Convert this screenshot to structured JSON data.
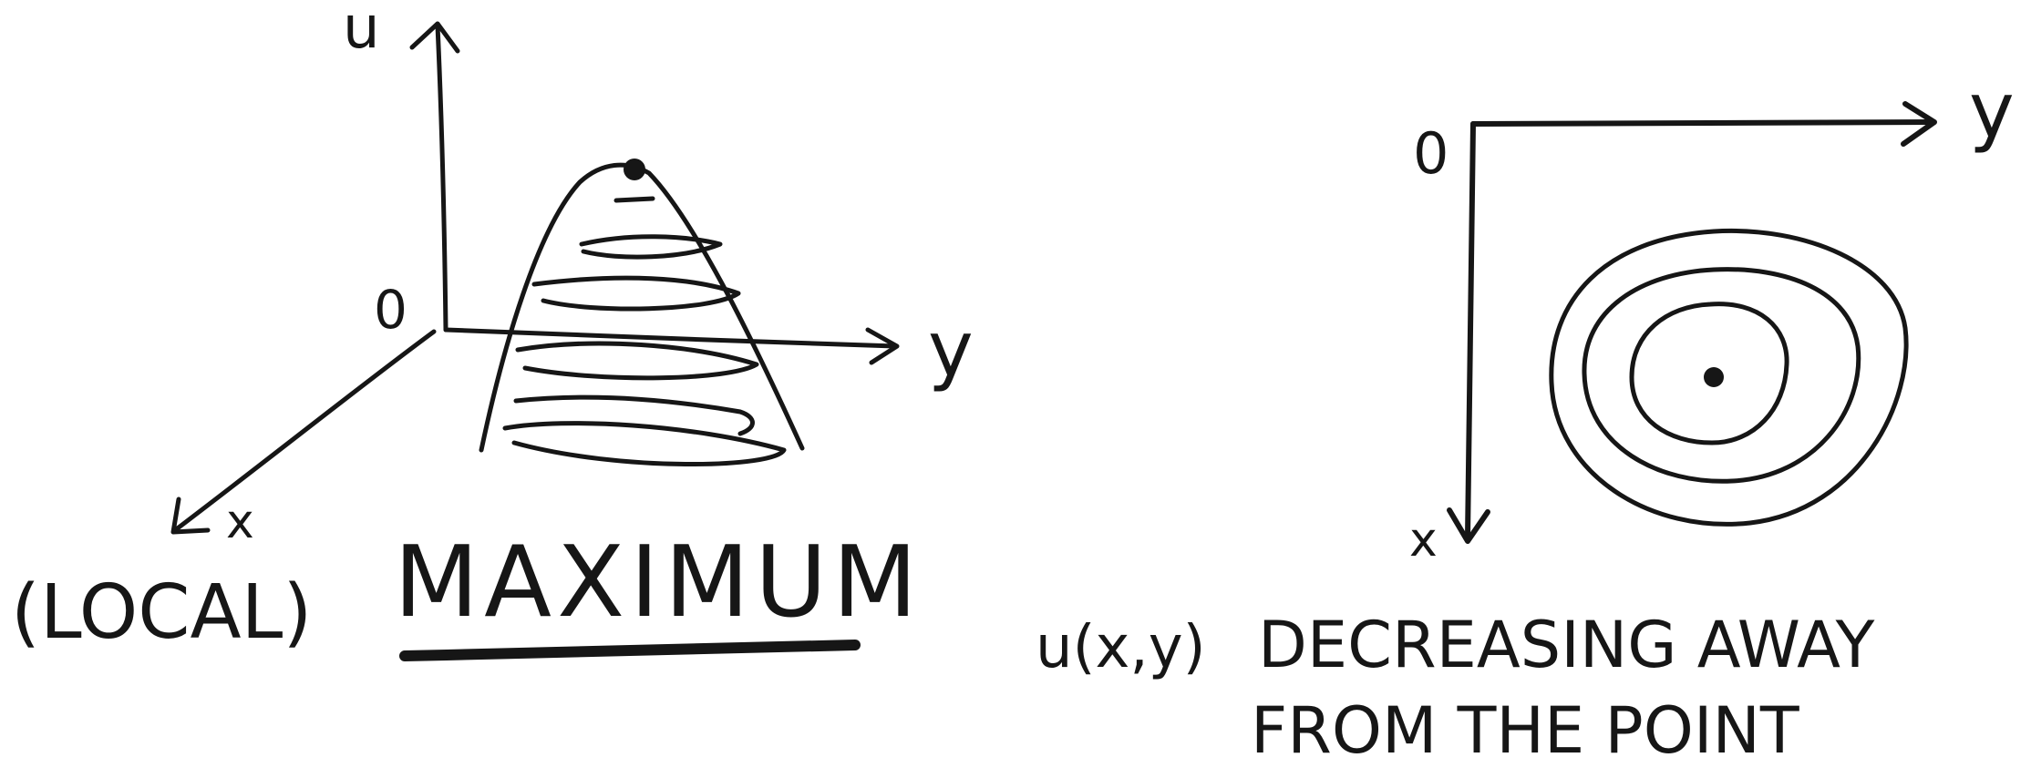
{
  "left_figure": {
    "axis_labels": {
      "u": "u",
      "origin": "0",
      "y": "y",
      "x": "x"
    },
    "caption_prefix": "(LOCAL)",
    "caption_main": "MAXIMUM",
    "contour_rings": 5
  },
  "right_figure": {
    "axis_labels": {
      "origin": "0",
      "y": "y",
      "x": "x"
    },
    "caption_func": "u(x,y)",
    "caption_line1": "DECREASING AWAY",
    "caption_line2": "FROM THE POINT",
    "contour_rings": 3
  },
  "colors": {
    "ink": "#161616",
    "paper": "#ffffff"
  }
}
